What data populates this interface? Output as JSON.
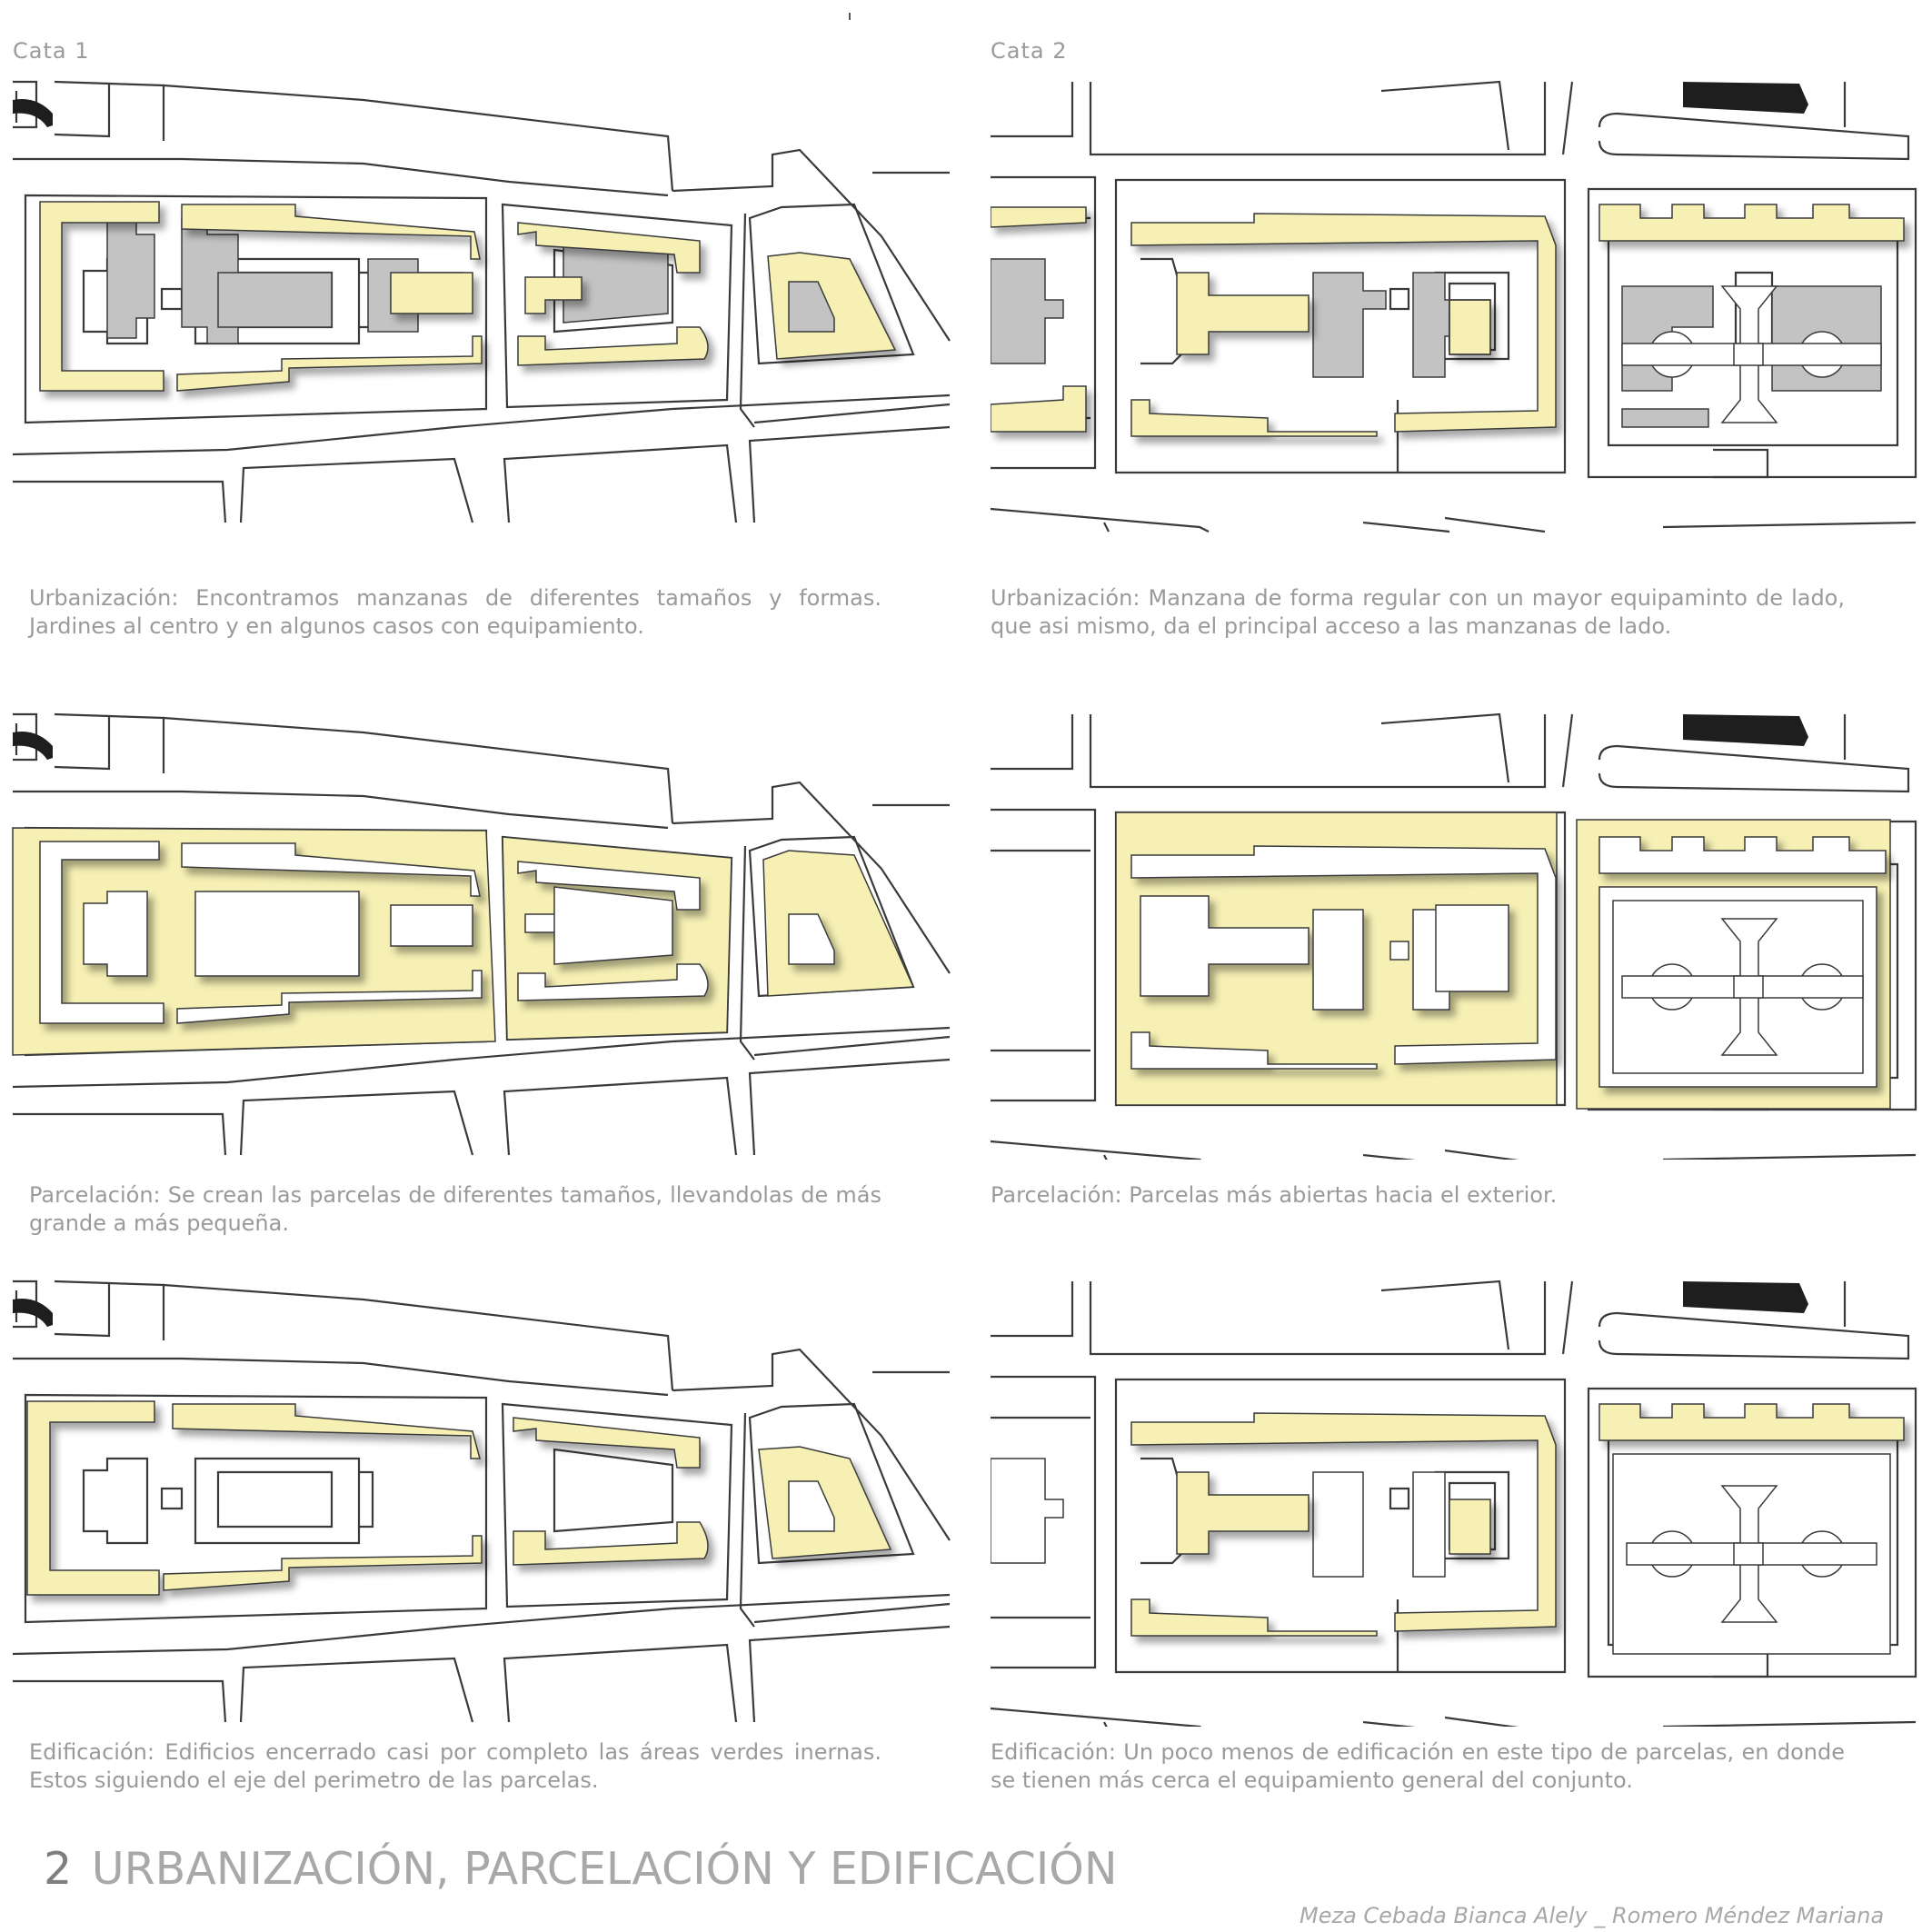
{
  "labels": {
    "cata1": "Cata 1",
    "cata2": "Cata 2"
  },
  "rows": [
    {
      "left": "Urbanización: Encontramos manzanas de diferentes tamaños y formas. Jardines al centro y en algunos casos con equipamiento.",
      "right": "Urbanización: Manzana de forma regular con un mayor equipaminto de lado, que asi mismo, da el principal acceso a las manzanas de lado."
    },
    {
      "left": "Parcelación: Se crean las parcelas de diferentes tamaños, llevandolas de más grande a más pequeña.",
      "right": "Parcelación: Parcelas más abiertas hacia el exterior."
    },
    {
      "left": "Edificación: Edificios encerrado casi por completo las áreas verdes inernas. Estos siguiendo el eje del perimetro de las parcelas.",
      "right": "Edificación: Un poco menos de edificación en este tipo de parcelas, en donde se tienen más cerca el equipamiento general del conjunto."
    }
  ],
  "title": {
    "number": "2",
    "text": "URBANIZACIÓN, PARCELACIÓN Y EDIFICACIÓN"
  },
  "authors": "Meza Cebada Bianca Alely _ Romero Méndez Mariana",
  "colors": {
    "building": "#f6f0b4",
    "equipment": "#c3c3c3",
    "line": "#3a3a3a",
    "black": "#1e1e1e"
  }
}
